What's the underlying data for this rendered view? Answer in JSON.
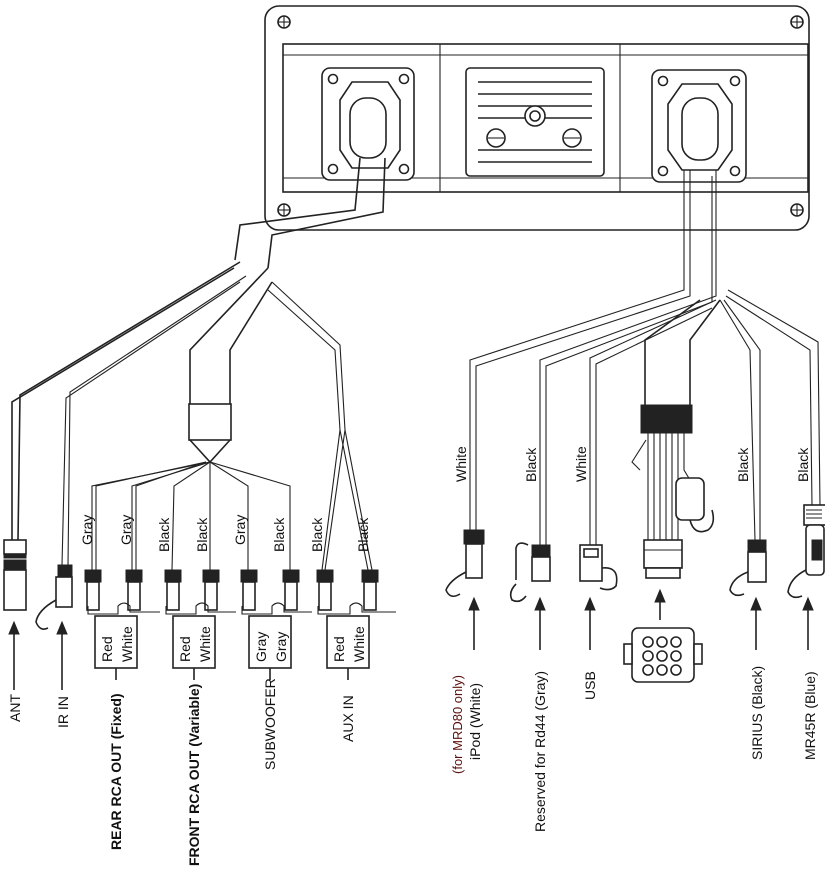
{
  "wire_colors": {
    "ant": "",
    "ir_in": "",
    "rear_rca_left": "Gray",
    "rear_rca_right": "Gray",
    "front_rca_left": "Black",
    "front_rca_right": "Black",
    "subwoofer_left": "Gray",
    "subwoofer_right": "Black",
    "aux_left": "Black",
    "aux_right": "Black",
    "ipod": "White",
    "reserved": "Black",
    "usb": "White",
    "sirius": "Black",
    "mr45r": "Black"
  },
  "plug_labels": {
    "rear_red": "Red",
    "rear_white": "White",
    "front_red": "Red",
    "front_white": "White",
    "sub_gray1": "Gray",
    "sub_gray2": "Gray",
    "aux_red": "Red",
    "aux_white": "White"
  },
  "connector_labels": {
    "ant": "ANT",
    "ir_in": "IR IN",
    "rear_rca": "REAR RCA OUT (Fixed)",
    "front_rca": "FRONT RCA OUT (Variable)",
    "subwoofer": "SUBWOOFER",
    "aux_in": "AUX IN",
    "ipod_note": "(for MRD80 only)",
    "ipod": "iPod (White)",
    "reserved": "Reserved for Rd44 (Gray)",
    "usb": "USB",
    "sirius": "SIRIUS (Black)",
    "mr45r": "MR45R (Blue)"
  }
}
